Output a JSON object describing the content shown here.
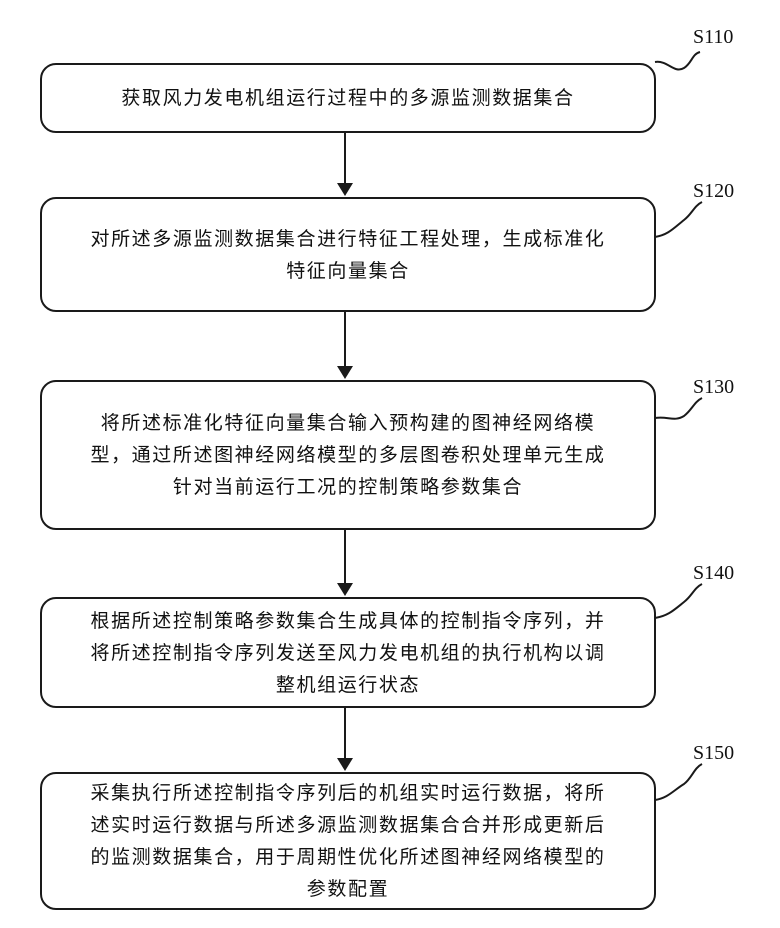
{
  "steps": [
    {
      "id": "S110",
      "lines": [
        "获取风力发电机组运行过程中的多源监测数据集合"
      ]
    },
    {
      "id": "S120",
      "lines": [
        "对所述多源监测数据集合进行特征工程处理，生成标准化",
        "特征向量集合"
      ]
    },
    {
      "id": "S130",
      "lines": [
        "将所述标准化特征向量集合输入预构建的图神经网络模",
        "型，通过所述图神经网络模型的多层图卷积处理单元生成",
        "针对当前运行工况的控制策略参数集合"
      ]
    },
    {
      "id": "S140",
      "lines": [
        "根据所述控制策略参数集合生成具体的控制指令序列，并",
        "将所述控制指令序列发送至风力发电机组的执行机构以调",
        "整机组运行状态"
      ]
    },
    {
      "id": "S150",
      "lines": [
        "采集执行所述控制指令序列后的机组实时运行数据，将所",
        "述实时运行数据与所述多源监测数据集合合并形成更新后",
        "的监测数据集合，用于周期性优化所述图神经网络模型的",
        "参数配置"
      ]
    }
  ]
}
